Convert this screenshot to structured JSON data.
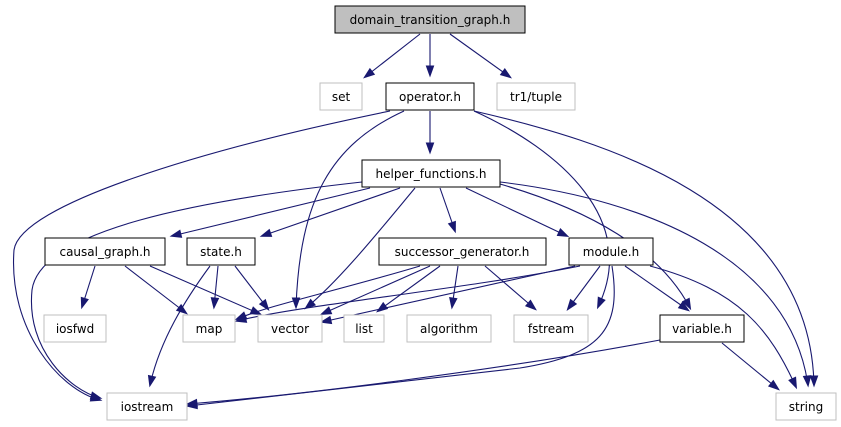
{
  "colors": {
    "edge": "#191970",
    "root_fill": "#bfbfbf",
    "external_border": "#bfbfbf"
  },
  "nodes": {
    "domain_transition_graph": "domain_transition_graph.h",
    "set": "set",
    "operator": "operator.h",
    "tr1_tuple": "tr1/tuple",
    "helper_functions": "helper_functions.h",
    "causal_graph": "causal_graph.h",
    "state": "state.h",
    "successor_generator": "successor_generator.h",
    "module": "module.h",
    "iosfwd": "iosfwd",
    "map": "map",
    "vector": "vector",
    "list": "list",
    "algorithm": "algorithm",
    "fstream": "fstream",
    "variable": "variable.h",
    "iostream": "iostream",
    "string": "string"
  }
}
